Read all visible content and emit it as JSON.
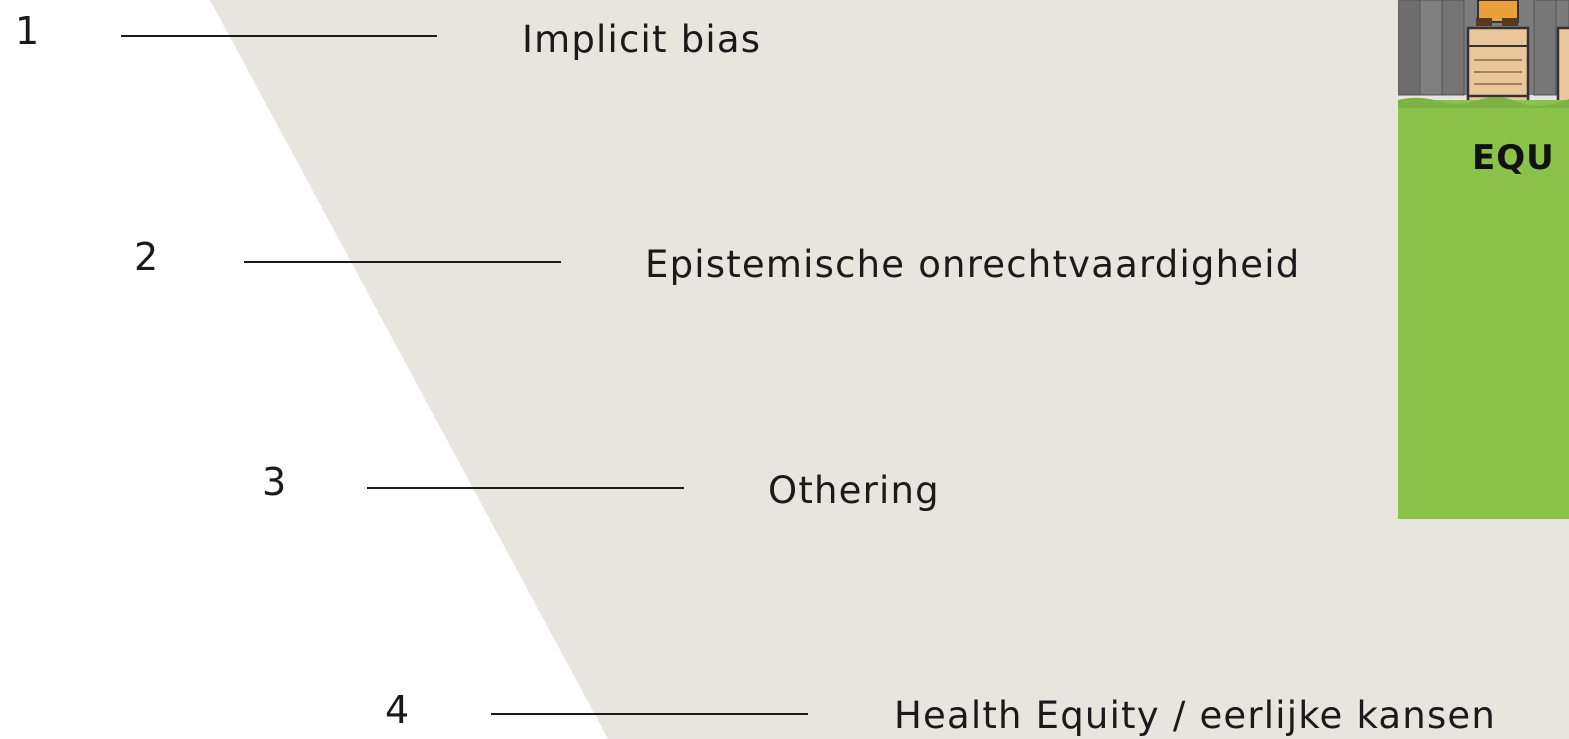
{
  "items": [
    {
      "number": "1",
      "label": "Implicit bias"
    },
    {
      "number": "2",
      "label": "Epistemische onrechtvaardigheid"
    },
    {
      "number": "3",
      "label": "Othering"
    },
    {
      "number": "4",
      "label": "Health Equity / eerlijke kansen"
    }
  ],
  "illustration": {
    "caption_fragment": "EQU"
  },
  "colors": {
    "background": "#ffffff",
    "diagonal_panel": "#e8e5df",
    "text": "#1a1a1a",
    "illustration_grass": "#8bc34a"
  }
}
